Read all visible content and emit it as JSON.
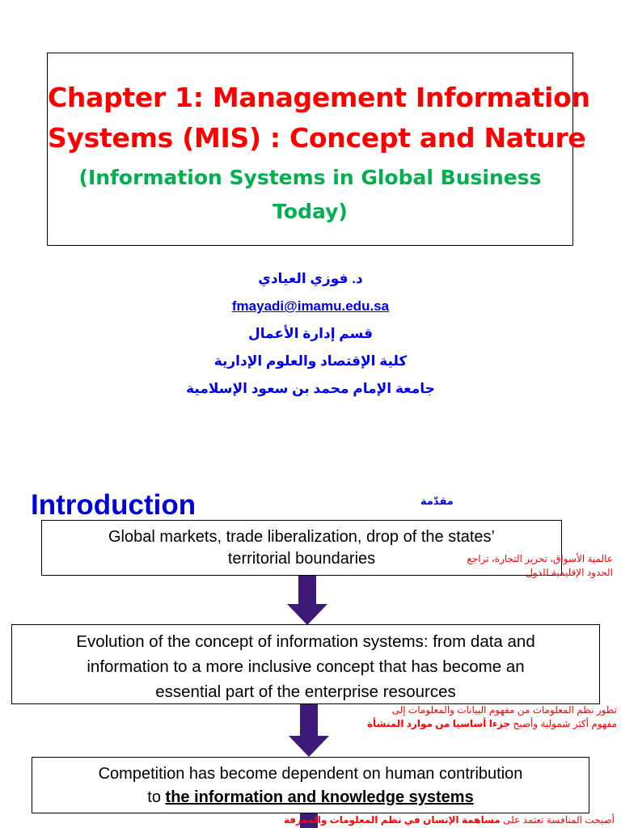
{
  "slide1": {
    "title_lines": [
      "Chapter 1: Management Information",
      "Systems (MIS) : Concept and Nature"
    ],
    "subtitle_lines": [
      "(Information Systems in Global Business",
      "Today)"
    ],
    "author_name": "د. فوزي العيادي",
    "author_email": "fmayadi@imamu.edu.sa",
    "department": "قسم إدارة الأعمال",
    "college": "كلية الإقتصاد والعلوم الإدارية",
    "university": "جامعة الإمام محمد بن سعود الإسلامية"
  },
  "slide2": {
    "heading": "Introduction",
    "heading_ar": "مقدّمة",
    "box1_lines": [
      "Global markets, trade liberalization, drop of the states’",
      "territorial boundaries"
    ],
    "box1_note_ar": [
      "عالمية الأسواق، تحرير التجارة، تراجع",
      "الحدود الإقليمية للدول"
    ],
    "box2_lines": [
      "Evolution of the concept of information systems: from data and",
      "information to a more inclusive concept that has become an",
      "essential part of the enterprise resources"
    ],
    "box2_note_ar_line1": "تطور نظم المعلومات من مفهوم البيانات والمعلومات إلى",
    "box2_note_ar_line2_prefix": "مفهوم أكثر شمولية وأصبح",
    "box2_note_ar_line2_bold": "جزءا أساسيا من موارد المنشأة",
    "box3_line1": "Competition has become dependent on human contribution",
    "box3_line2_prefix": "to",
    "box3_line2_bold": "the information and knowledge systems",
    "box3_note_ar_prefix": "أصبحت المنافسة تعتمد على",
    "box3_note_ar_bold": "مساهمة الإنسان في نظم المعلومات والمعرفة",
    "colors": {
      "title_red": "#ff0000",
      "subtitle_green": "#00b050",
      "author_blue": "#0000ee",
      "arrow_purple": "#3d1a78",
      "note_red": "#ff0000"
    }
  }
}
